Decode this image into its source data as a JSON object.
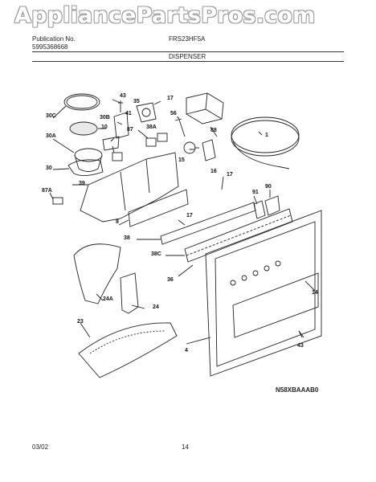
{
  "watermark": "AppliancePartsPros.com",
  "header": {
    "publication_label": "Publication No.",
    "publication_number": "5995368668",
    "model": "FRS23HF5A",
    "section_title": "DISPENSER"
  },
  "part_labels": [
    "43",
    "17",
    "35",
    "56",
    "41",
    "30C",
    "30B",
    "10",
    "87",
    "38A",
    "88",
    "1",
    "30A",
    "15",
    "16",
    "30",
    "39",
    "17",
    "87A",
    "91",
    "90",
    "8",
    "17",
    "38",
    "38C",
    "14",
    "36",
    "24A",
    "24",
    "23",
    "4",
    "43"
  ],
  "diagram_code": "N58XBAAAB0",
  "footer": {
    "date": "03/02",
    "page": "14"
  }
}
